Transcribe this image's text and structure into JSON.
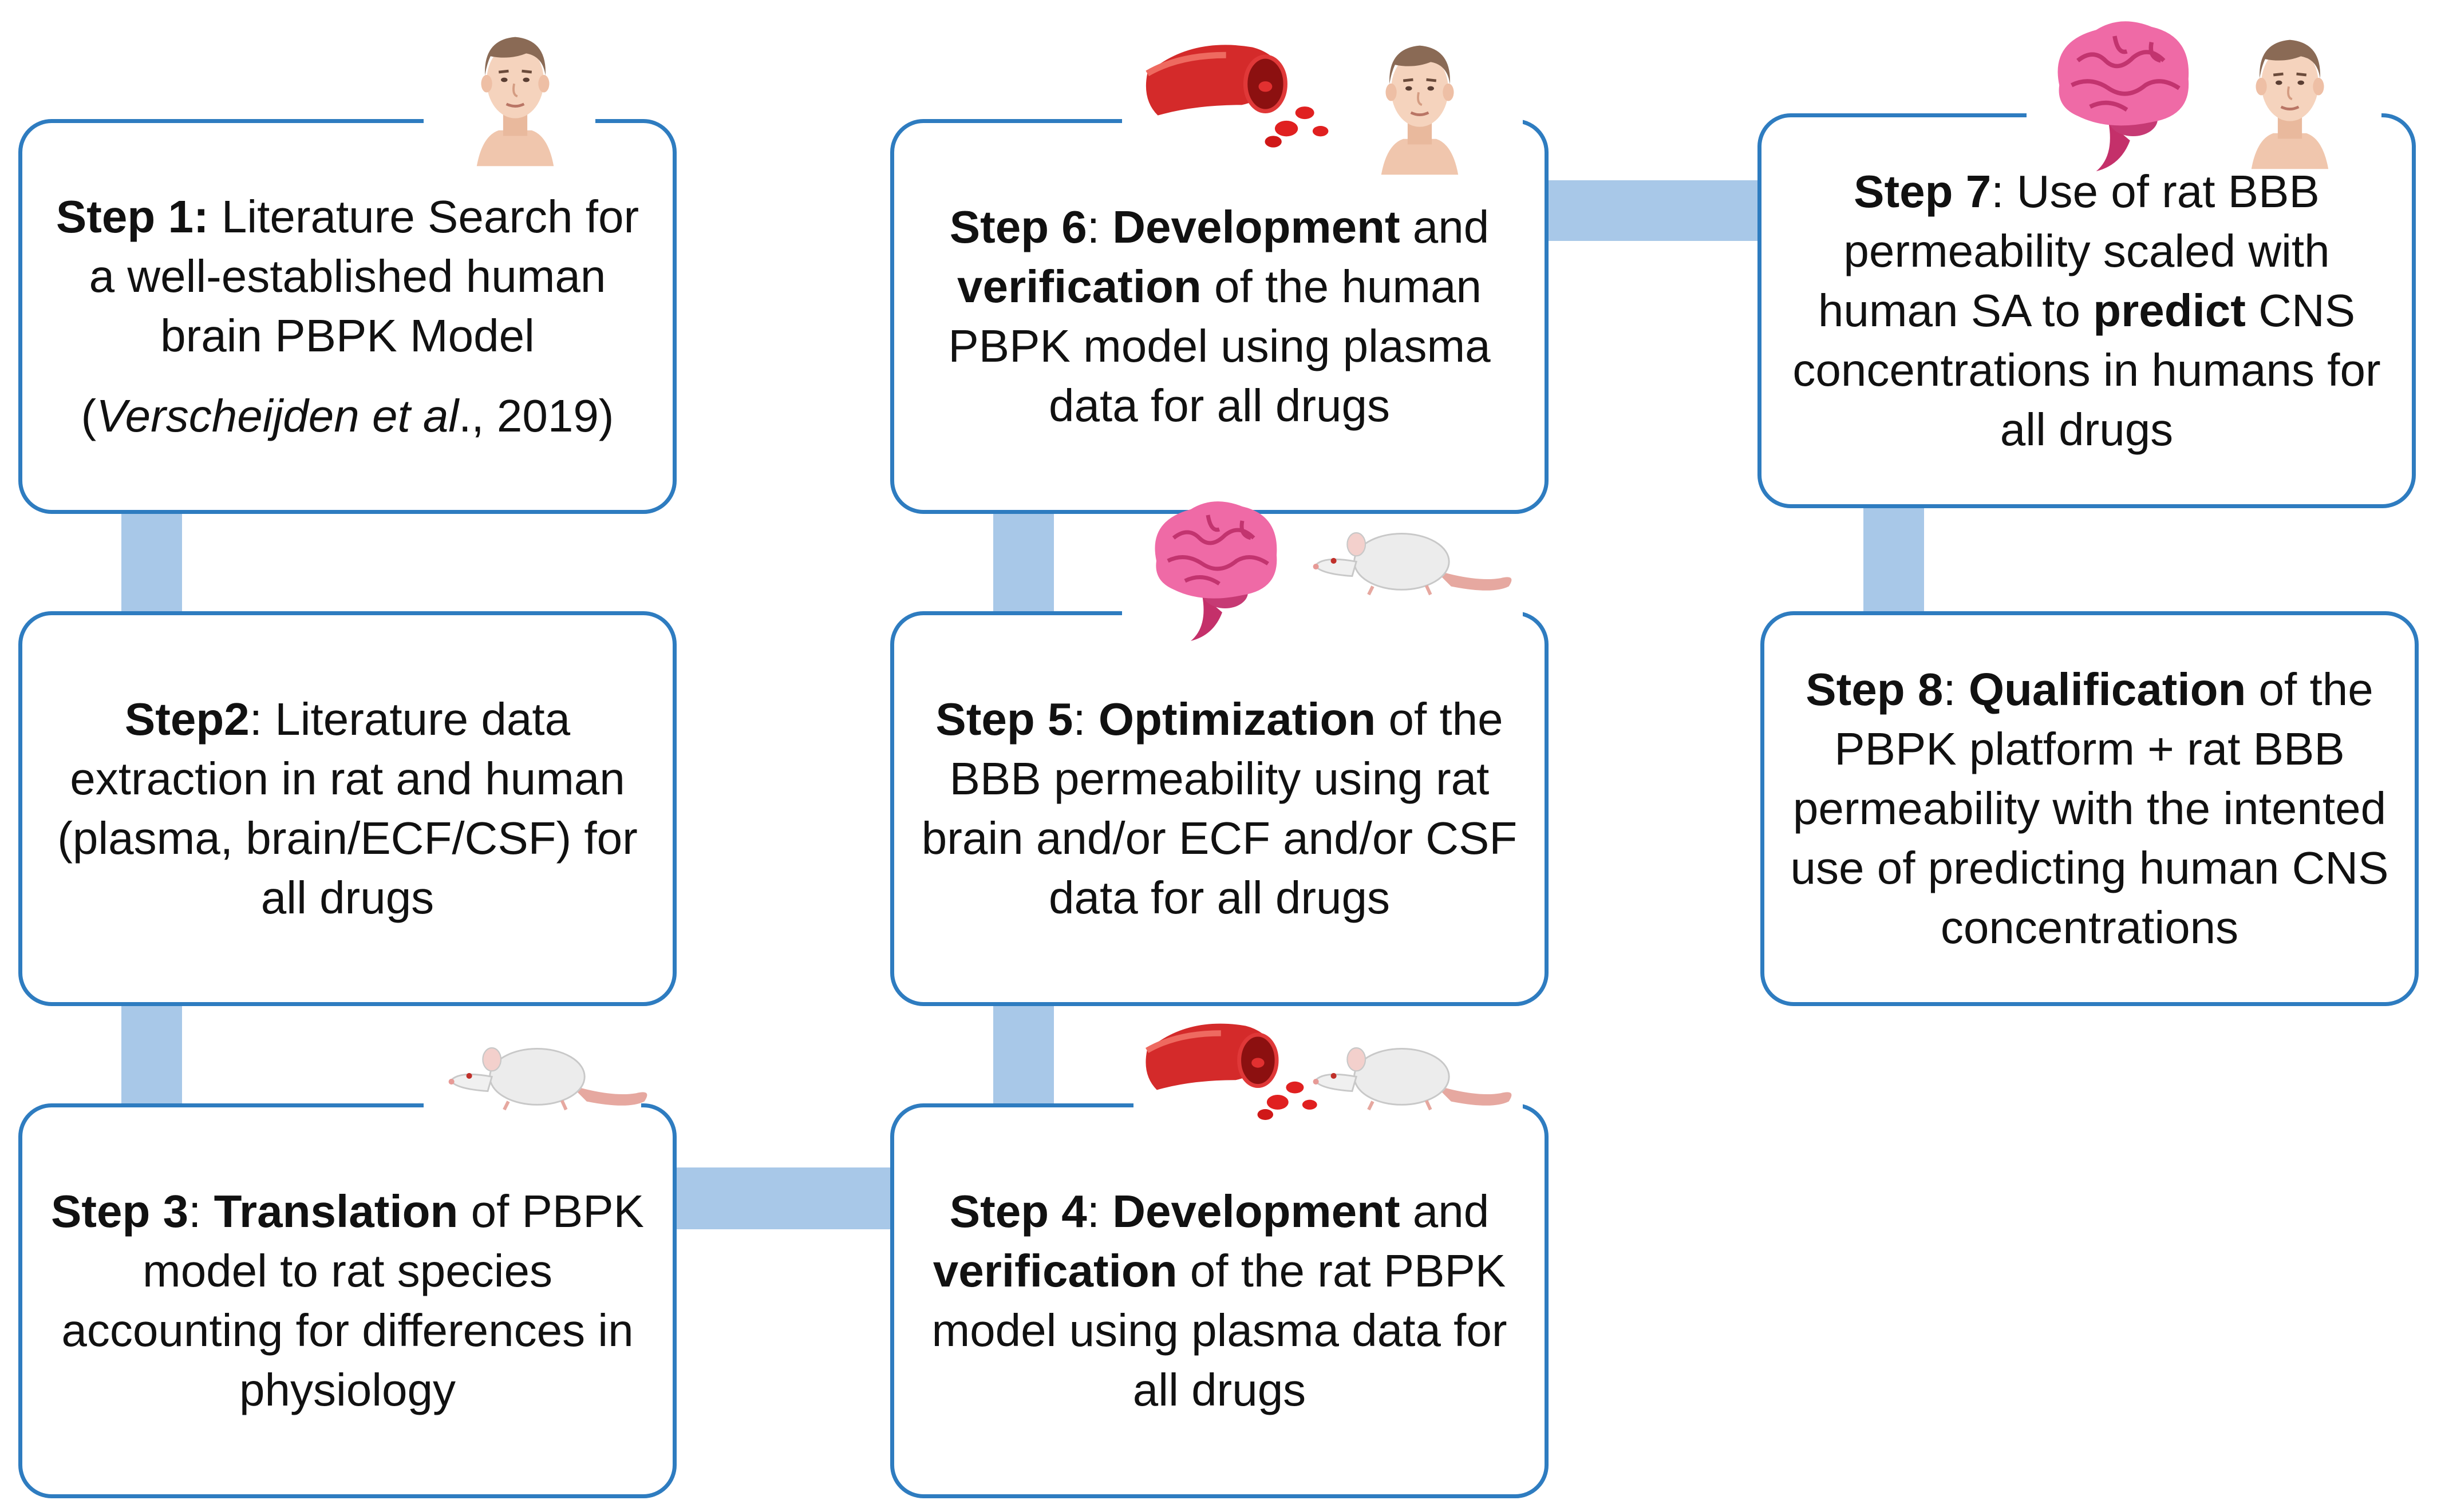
{
  "diagram": {
    "steps": [
      {
        "id": 1,
        "bold1": "Step 1:",
        "t1": " Literature Search for a well-established human brain PBPK Model",
        "cite_pre": "(",
        "cite_it1": "Verscheijden et al",
        "cite_mid": "., 2019)"
      },
      {
        "id": 2,
        "bold1": "Step2",
        "t1": ": Literature data extraction in rat and human (plasma, brain/ECF/CSF) for all drugs"
      },
      {
        "id": 3,
        "bold1": "Step 3",
        "t1": ": ",
        "bold2": "Translation",
        "t2": " of PBPK model to rat species accounting for differences in physiology"
      },
      {
        "id": 4,
        "bold1": "Step 4",
        "t1": ": ",
        "bold2": "Development",
        "t2": " and ",
        "bold3": "verification",
        "t3": " of the rat PBPK model using plasma data for all drugs"
      },
      {
        "id": 5,
        "bold1": "Step 5",
        "t1": ": ",
        "bold2": "Optimization",
        "t2": " of the BBB permeability using rat brain and/or ECF and/or CSF data for all drugs"
      },
      {
        "id": 6,
        "bold1": "Step 6",
        "t1": ": ",
        "bold2": "Development",
        "t2": " and ",
        "bold3": "verification",
        "t3": " of the human PBPK model using plasma data for all drugs"
      },
      {
        "id": 7,
        "bold1": "Step 7",
        "t1": ": Use of rat BBB permeability scaled with human SA to ",
        "bold2": "predict",
        "t2": " CNS concentrations in humans for all drugs"
      },
      {
        "id": 8,
        "bold1": "Step 8",
        "t1": ": ",
        "bold2": "Qualification",
        "t2": " of the PBPK platform + rat BBB permeability with the intented use of predicting human CNS concentrations"
      }
    ],
    "icons": [
      "human-face-icon",
      "rat-icon",
      "brain-icon",
      "blood-vessel-icon"
    ],
    "colors": {
      "box_border": "#2e7cc0",
      "connector": "#a8c8e8",
      "brain": "#e8559a",
      "vessel": "#d42a2a",
      "rat": "#ececec",
      "skin": "#f5d3bd"
    }
  }
}
